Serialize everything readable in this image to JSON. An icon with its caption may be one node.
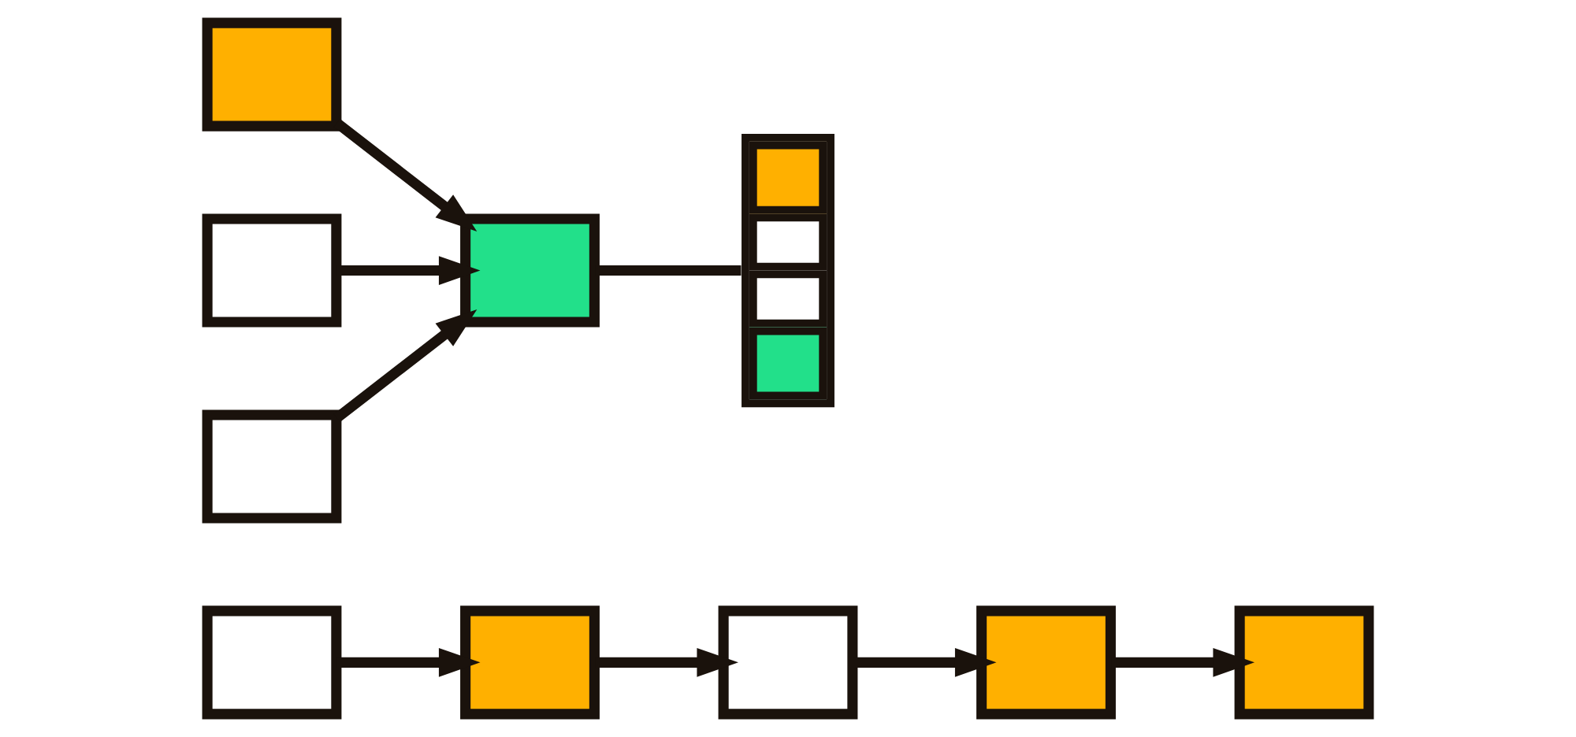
{
  "diagram": {
    "nodes": [
      {
        "text": [],
        "shape": "box"
      },
      {
        "text": [],
        "shape": "box"
      },
      {
        "text": [],
        "shape": "box"
      },
      {
        "text": [],
        "shape": "box"
      },
      {
        "text": [],
        "shape": "box"
      },
      {
        "text": [],
        "shape": "box"
      },
      {
        "text": [],
        "shape": "box"
      },
      {
        "text": [],
        "shape": "box"
      },
      {
        "text": [],
        "shape": "box"
      },
      {
        "text": [],
        "shape": "bar"
      }
    ],
    "edges": [
      {
        "from": 0,
        "to": 1,
        "arrow": "to"
      },
      {
        "from": 1,
        "to": 2,
        "arrow": "to"
      },
      {
        "from": 2,
        "to": 3,
        "arrow": "to"
      },
      {
        "from": 3,
        "to": 4,
        "arrow": "to"
      },
      {
        "from": 5,
        "to": 8,
        "arrow": "to"
      },
      {
        "from": 6,
        "to": 8,
        "arrow": "to"
      },
      {
        "from": 7,
        "to": 8,
        "arrow": "to"
      },
      {
        "from": 8,
        "to": 9,
        "arrow": "none"
      }
    ]
  }
}
